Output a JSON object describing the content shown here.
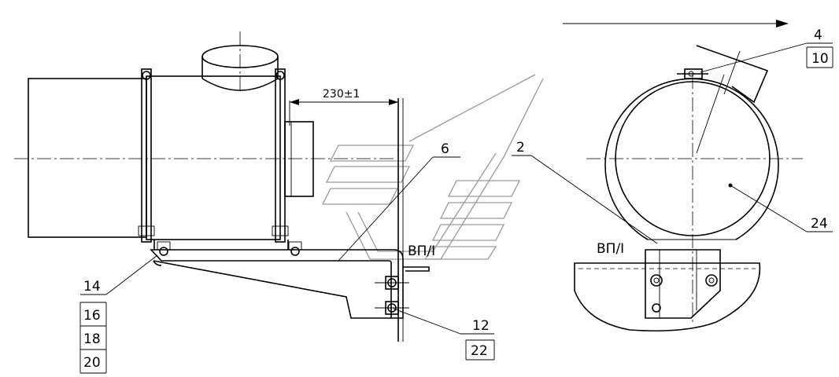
{
  "dimension": "230±1",
  "labels": {
    "p6": "6",
    "p2": "2",
    "p4": "4",
    "p10": "10",
    "p14": "14",
    "p16": "16",
    "p18": "18",
    "p20": "20",
    "p12": "12",
    "p22": "22",
    "p24": "24",
    "vpl_left": "ВП/I",
    "vpl_right": "ВП/I"
  }
}
